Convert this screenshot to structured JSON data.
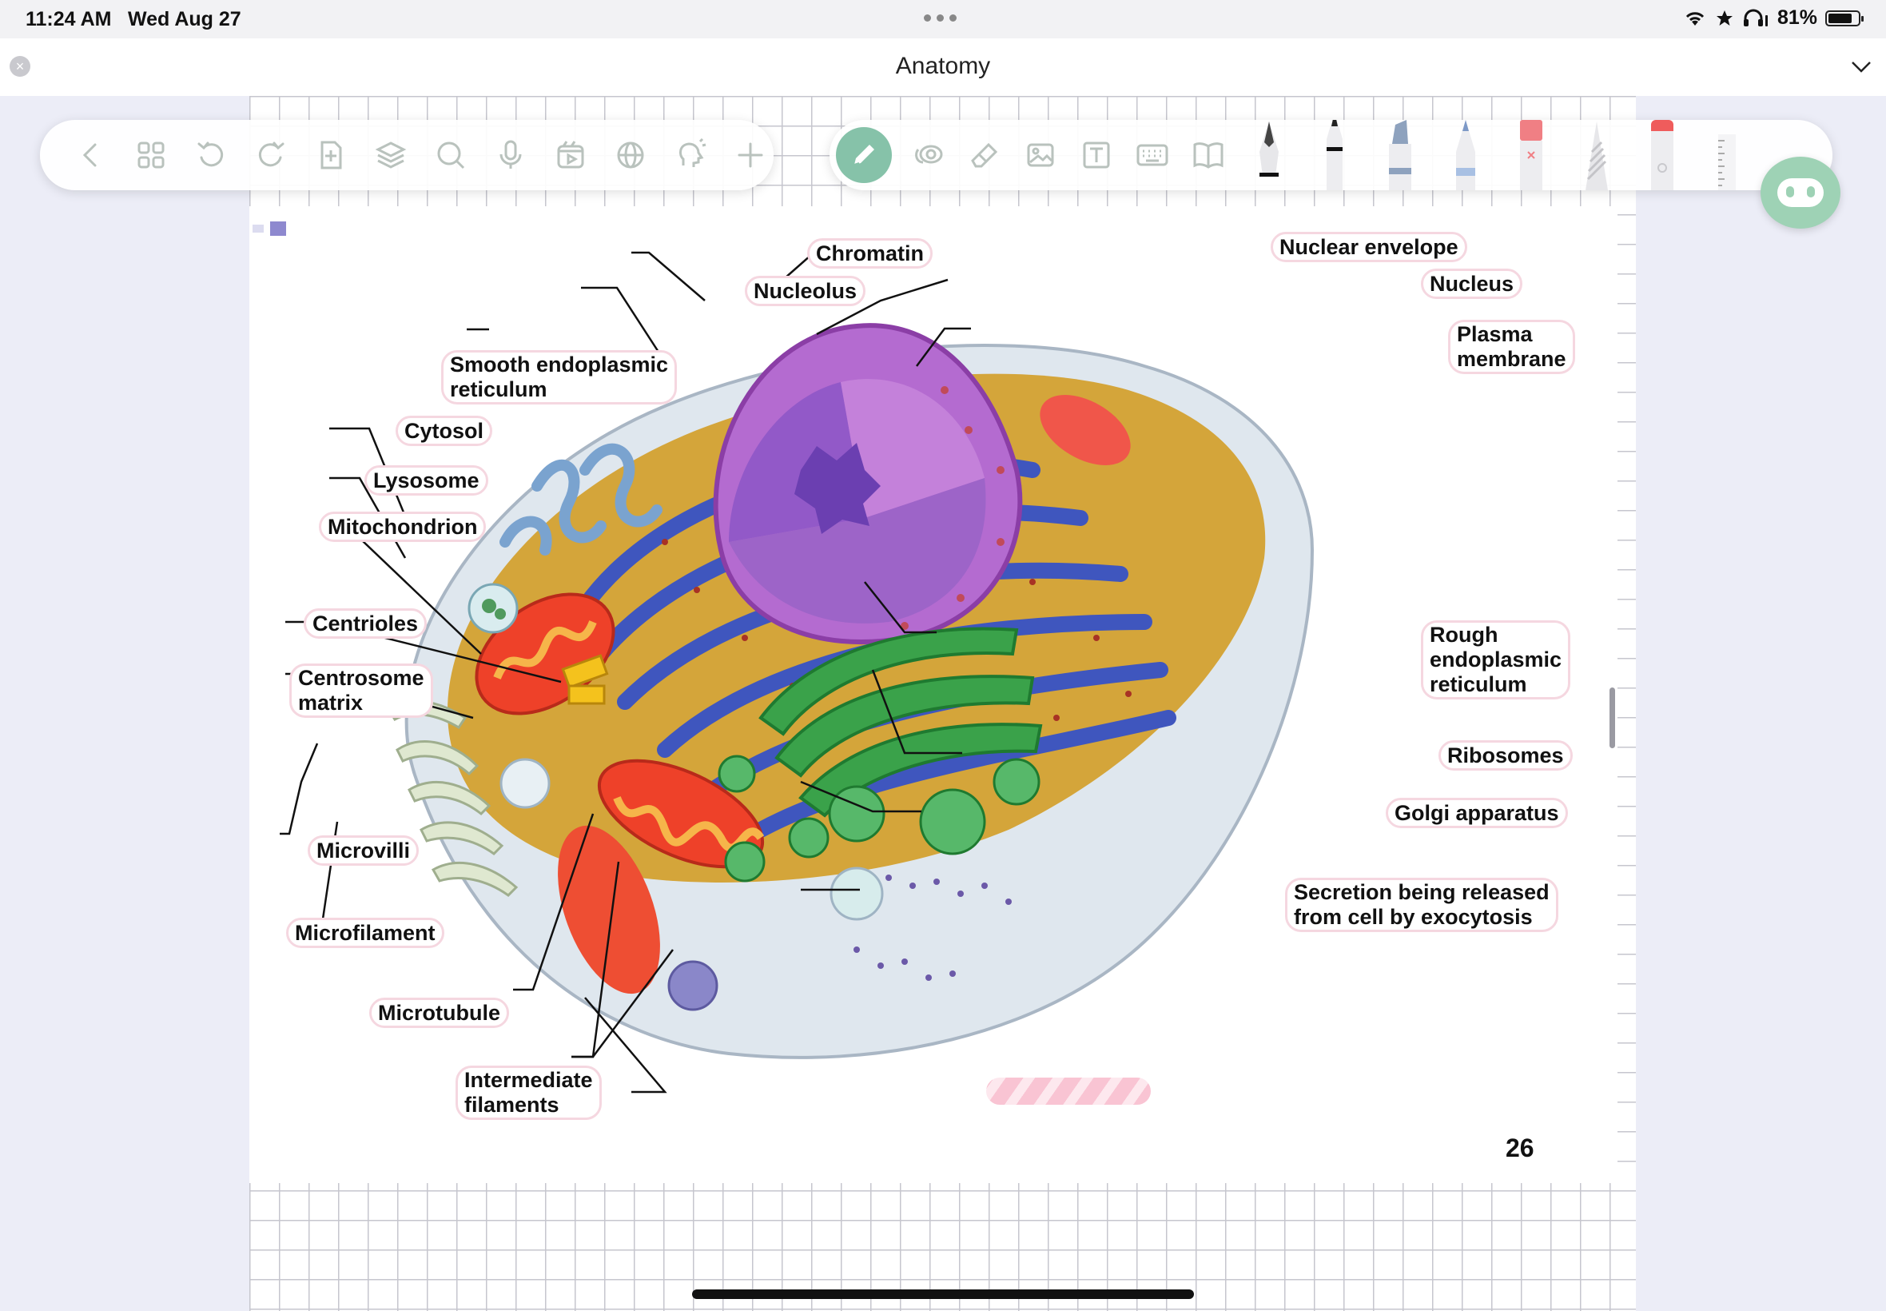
{
  "status_bar": {
    "time": "11:24 AM",
    "date": "Wed Aug 27",
    "battery": "81%",
    "battery_level": 0.81
  },
  "title_bar": {
    "title": "Anatomy"
  },
  "toolbar_left": [
    "back-icon",
    "grid-icon",
    "undo-icon",
    "redo-icon",
    "add-page-icon",
    "layers-icon",
    "search-icon",
    "microphone-icon",
    "media-icon",
    "globe-icon",
    "lightbulb-icon",
    "plus-icon"
  ],
  "toolbar_right": [
    "pen-icon",
    "lasso-icon",
    "eraser-icon",
    "image-icon",
    "text-box-icon",
    "keyboard-icon",
    "book-icon",
    "fountain-pen-icon",
    "ballpoint-icon",
    "marker-icon",
    "pencil-icon",
    "red-eraser-icon",
    "hatch-pencil-icon",
    "highlighter-icon",
    "ruler-icon"
  ],
  "diagram": {
    "labels": [
      {
        "id": "chromatin",
        "text": "Chromatin"
      },
      {
        "id": "nucleolus",
        "text": "Nucleolus"
      },
      {
        "id": "nuclear-envelope",
        "text": "Nuclear envelope"
      },
      {
        "id": "nucleus",
        "text": "Nucleus"
      },
      {
        "id": "plasma-membrane",
        "text": "Plasma\nmembrane"
      },
      {
        "id": "smooth-er",
        "text": "Smooth endoplasmic\nreticulum"
      },
      {
        "id": "cytosol",
        "text": "Cytosol"
      },
      {
        "id": "lysosome",
        "text": "Lysosome"
      },
      {
        "id": "mitochondrion",
        "text": "Mitochondrion"
      },
      {
        "id": "centrioles",
        "text": "Centrioles"
      },
      {
        "id": "centrosome-matrix",
        "text": "Centrosome\nmatrix"
      },
      {
        "id": "rough-er",
        "text": "Rough\nendoplasmic\nreticulum"
      },
      {
        "id": "ribosomes",
        "text": "Ribosomes"
      },
      {
        "id": "golgi",
        "text": "Golgi apparatus"
      },
      {
        "id": "secretion",
        "text": "Secretion being released\nfrom cell by exocytosis"
      },
      {
        "id": "microvilli",
        "text": "Microvilli"
      },
      {
        "id": "microfilament",
        "text": "Microfilament"
      },
      {
        "id": "microtubule",
        "text": "Microtubule"
      },
      {
        "id": "intermediate-filaments",
        "text": "Intermediate\nfilaments"
      }
    ],
    "page_number": "26"
  },
  "colors": {
    "accent": "#86c2a9",
    "label_border": "#f5d7e0",
    "nucleus": "#9b4fb4",
    "er": "#4a63c9",
    "golgi": "#3aa24a",
    "mitochondria": "#e8412c",
    "cytoplasm": "#d6a63a"
  }
}
